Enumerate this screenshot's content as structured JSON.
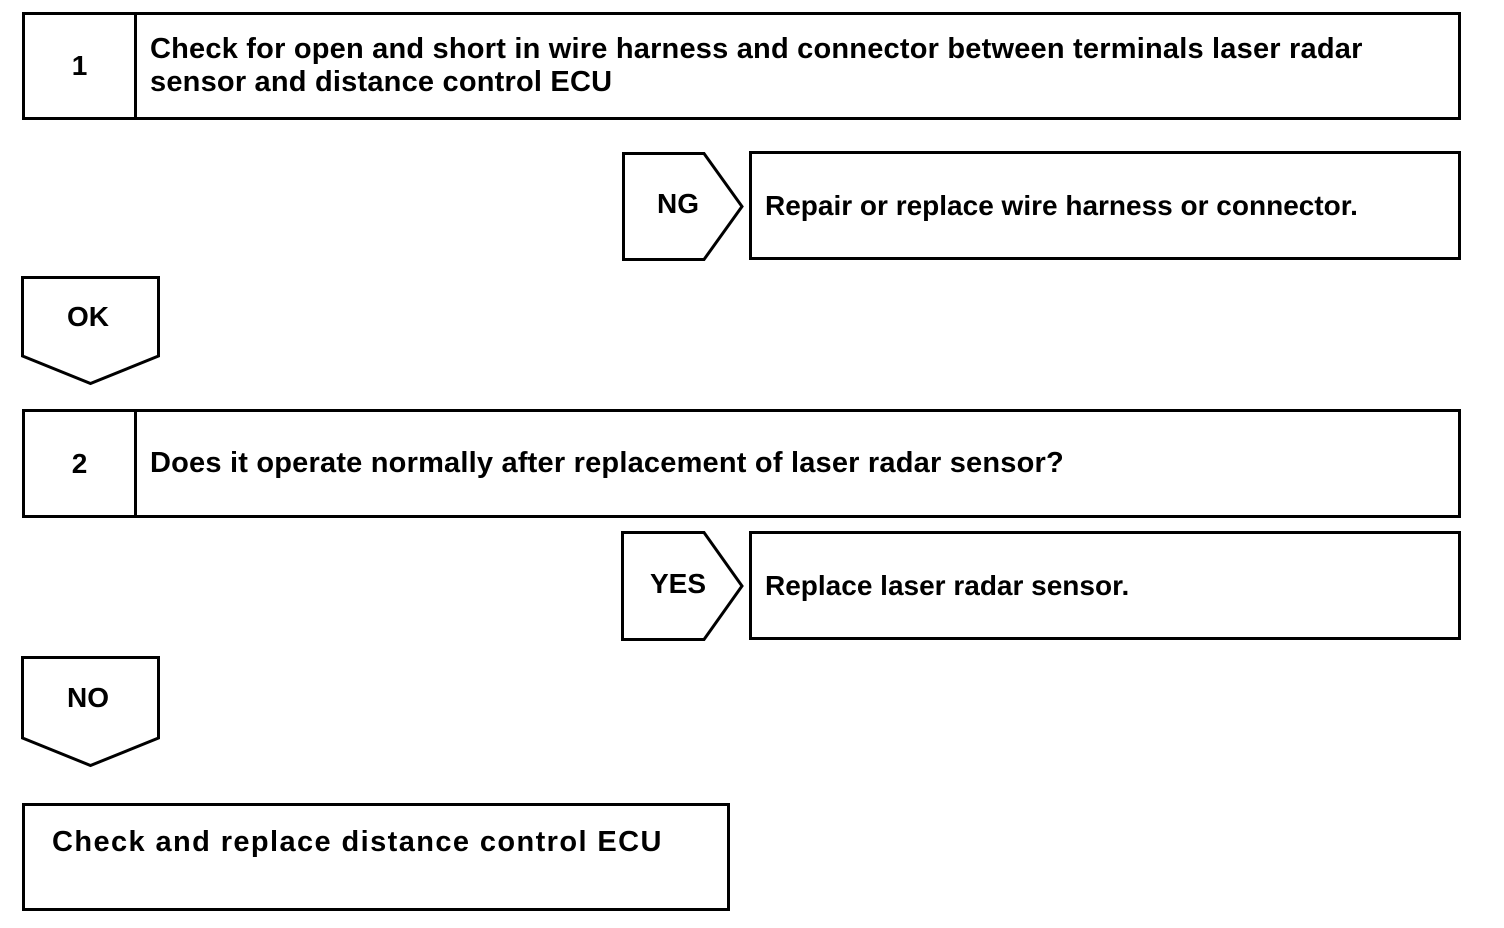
{
  "steps": [
    {
      "number": "1",
      "text": "Check for open and short in wire harness and connector between terminals laser radar sensor and distance control ECU"
    },
    {
      "number": "2",
      "text": "Does it operate normally after replacement of laser radar sensor?"
    }
  ],
  "branches": {
    "step1_ng": {
      "label": "NG",
      "result": "Repair or replace wire harness or connector."
    },
    "step1_ok": {
      "label": "OK"
    },
    "step2_yes": {
      "label": "YES",
      "result": "Replace laser radar sensor."
    },
    "step2_no": {
      "label": "NO"
    }
  },
  "final": {
    "text": "Check and replace distance control ECU"
  }
}
